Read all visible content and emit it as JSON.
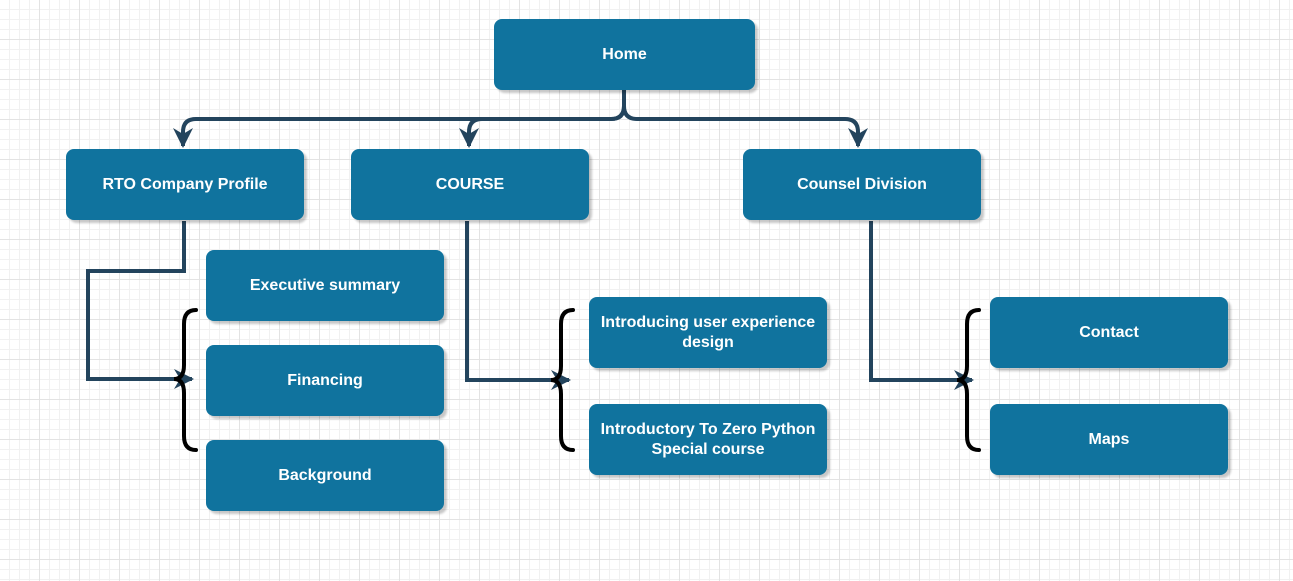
{
  "colors": {
    "node_fill": "#10739e",
    "node_text": "#ffffff",
    "connector": "#23445d",
    "brace": "#000000"
  },
  "nodes": {
    "home": "Home",
    "rto_company_profile": "RTO Company Profile",
    "course": "COURSE",
    "counsel_division": "Counsel Division",
    "executive_summary": "Executive summary",
    "financing": "Financing",
    "background": "Background",
    "introducing_ux": "Introducing user experience design",
    "intro_python": "Introductory To Zero Python Special course",
    "contact": "Contact",
    "maps": "Maps"
  }
}
